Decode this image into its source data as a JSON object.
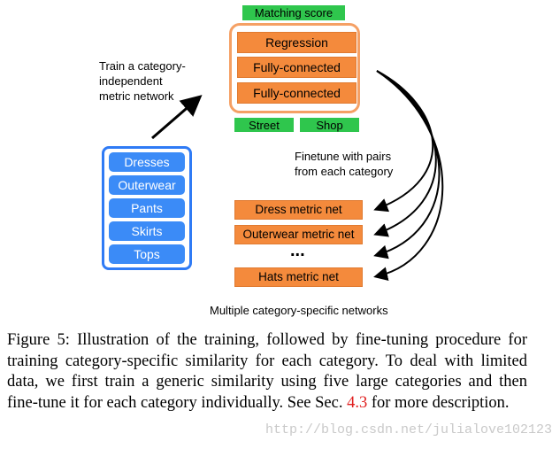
{
  "diagram": {
    "matching_score": "Matching score",
    "network_layers": [
      "Regression",
      "Fully-connected",
      "Fully-connected"
    ],
    "inputs": [
      "Street",
      "Shop"
    ],
    "train_label": "Train a category-\nindependent\nmetric network",
    "finetune_label": "Finetune with pairs\nfrom each category",
    "categories": [
      "Dresses",
      "Outerwear",
      "Pants",
      "Skirts",
      "Tops"
    ],
    "specific_nets": [
      "Dress metric net",
      "Outerwear metric net",
      "Hats metric net"
    ],
    "ellipsis": "...",
    "bottom_label": "Multiple category-specific networks"
  },
  "caption": {
    "prefix": "Figure 5: ",
    "text_before_ref": "Illustration of the training, followed by fine-tuning procedure for training category-specific similarity for each category. To deal with limited data, we first train a generic similarity using five large categories and then fine-tune it for each category individually. See Sec. ",
    "ref": "4.3",
    "text_after_ref": " for more description."
  },
  "watermark": "http://blog.csdn.net/julialove102123",
  "colors": {
    "green": "#2fc64d",
    "orange": "#f48a3c",
    "orange_frame": "#f5a064",
    "blue": "#3b8bf7",
    "blue_frame": "#2f7bf5",
    "ref_red": "#e02020"
  }
}
